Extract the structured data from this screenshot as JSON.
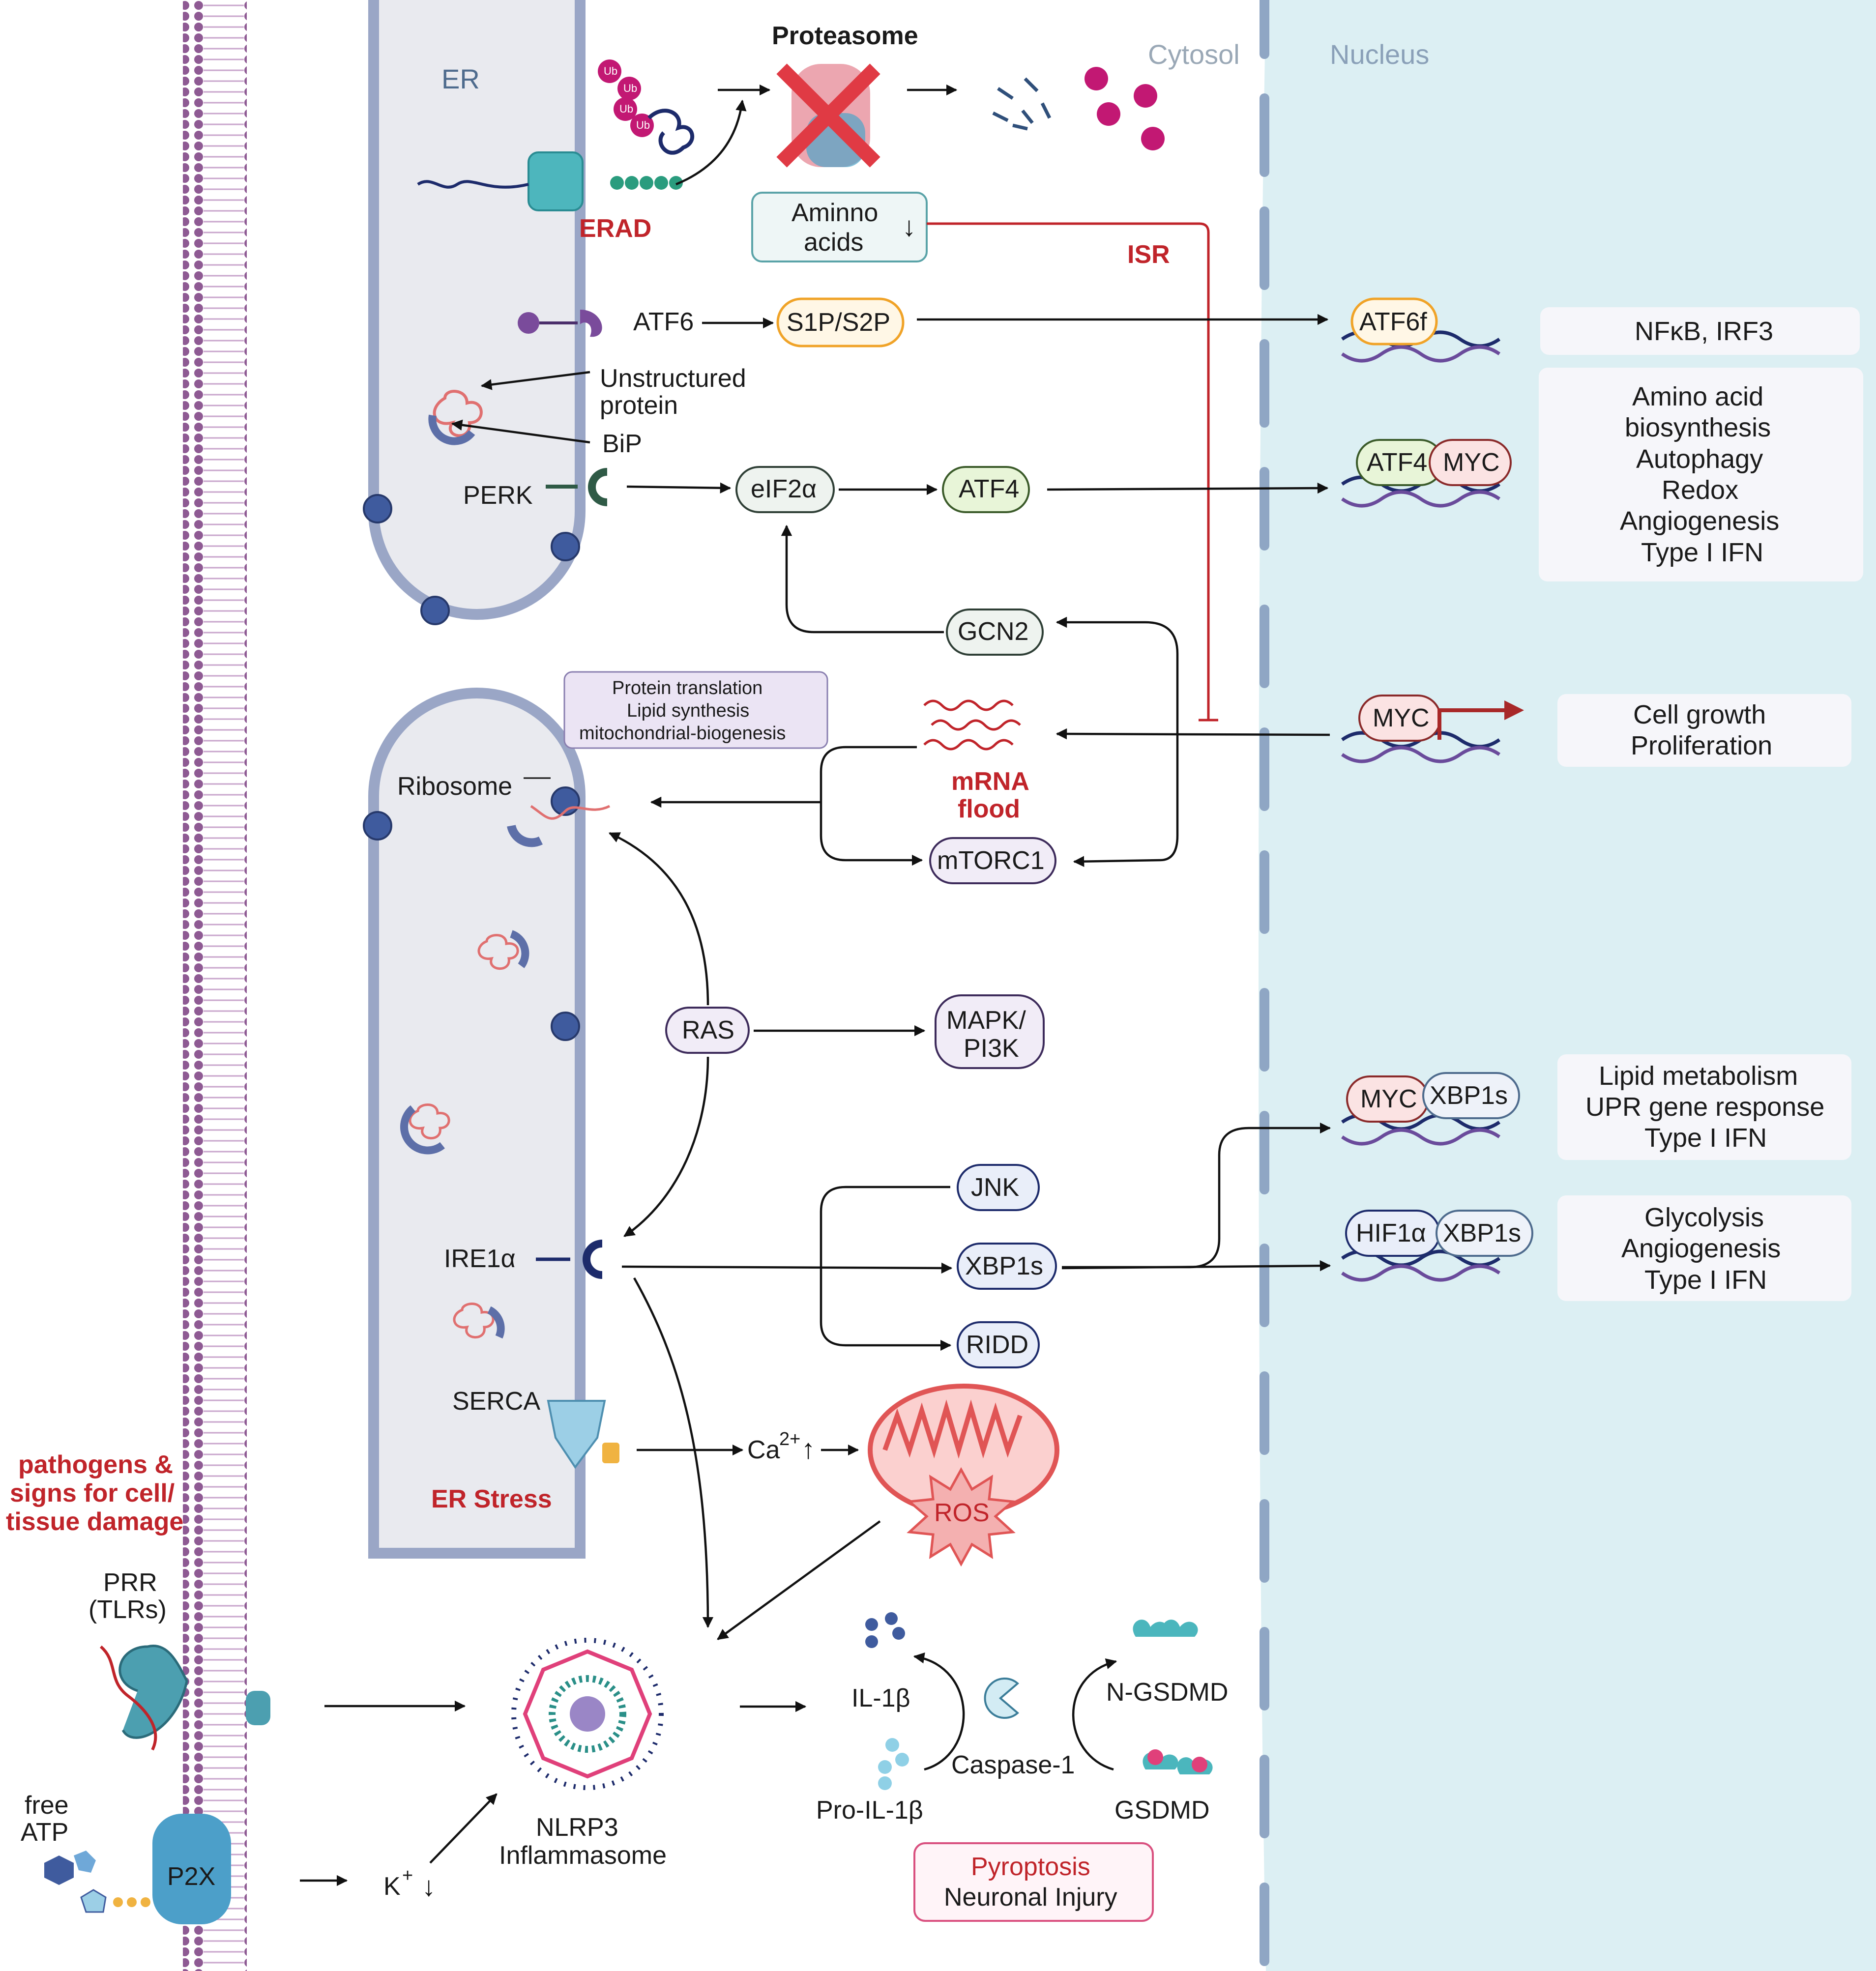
{
  "compartments": {
    "er": "ER",
    "cytosol": "Cytosol",
    "nucleus": "Nucleus"
  },
  "proteasome": {
    "title": "Proteasome",
    "ub": "Ub",
    "erad": "ERAD",
    "amino_acids_line1": "Aminno",
    "amino_acids_line2": "acids",
    "isr": "ISR"
  },
  "upr": {
    "atf6": "ATF6",
    "s1p_s2p": "S1P/S2P",
    "unstructured_line1": "Unstructured",
    "unstructured_line2": "protein",
    "bip": "BiP",
    "perk": "PERK",
    "eif2a": "eIF2α",
    "atf4": "ATF4",
    "gcn2": "GCN2",
    "ire1a": "IRE1α",
    "jnk": "JNK",
    "xbp1s": "XBP1s",
    "ridd": "RIDD",
    "serca": "SERCA",
    "er_stress": "ER Stress"
  },
  "translation": {
    "box_lines": [
      "Protein translation",
      "Lipid synthesis",
      "mitochondrial-biogenesis"
    ],
    "ribosome": "Ribosome",
    "mrna_line1": "mRNA",
    "mrna_line2": "flood",
    "mtorc1": "mTORC1",
    "ras": "RAS",
    "mapk_line1": "MAPK/",
    "mapk_line2": "PI3K"
  },
  "nucleus_tf": {
    "atf6f": "ATF6f",
    "atf4": "ATF4",
    "myc": "MYC",
    "xbp1s": "XBP1s",
    "hif1a": "HIF1α"
  },
  "outcomes": {
    "nfkb": "NFκB, IRF3",
    "atf4_lines": [
      "Amino acid",
      "biosynthesis",
      "Autophagy",
      "Redox",
      "Angiogenesis"
    ],
    "type1ifn": "Type I IFN",
    "myc_lines": [
      "Cell growth",
      "Proliferation"
    ],
    "xbp1_lines": [
      "Lipid metabolism",
      "UPR gene response"
    ],
    "hif_lines": [
      "Glycolysis",
      "Angiogenesis"
    ]
  },
  "inflammasome": {
    "ca": "Ca",
    "ca_sup": "2+",
    "ros": "ROS",
    "pathogen_lines": [
      "pathogens &",
      "signs for cell/",
      "tissue damage"
    ],
    "prr_line1": "PRR",
    "prr_line2": "(TLRs)",
    "atp_line1": "free",
    "atp_line2": "ATP",
    "p2x": "P2X",
    "k": "K",
    "k_sup": "+",
    "nlrp3_line1": "NLRP3",
    "nlrp3_line2": "Inflammasome",
    "il1b": "IL-1β",
    "pro_il1b": "Pro-IL-1β",
    "caspase": "Caspase-1",
    "ngsdmd": "N-GSDMD",
    "gsdmd": "GSDMD",
    "pyroptosis": "Pyroptosis",
    "neuronal": "Neuronal Injury"
  },
  "colors": {
    "nucleus_bg": "#dceff3",
    "er_fill": "#e9eaef",
    "er_stroke": "#9aa6c6",
    "red": "#c0242a",
    "membrane": "#8e5a93"
  }
}
